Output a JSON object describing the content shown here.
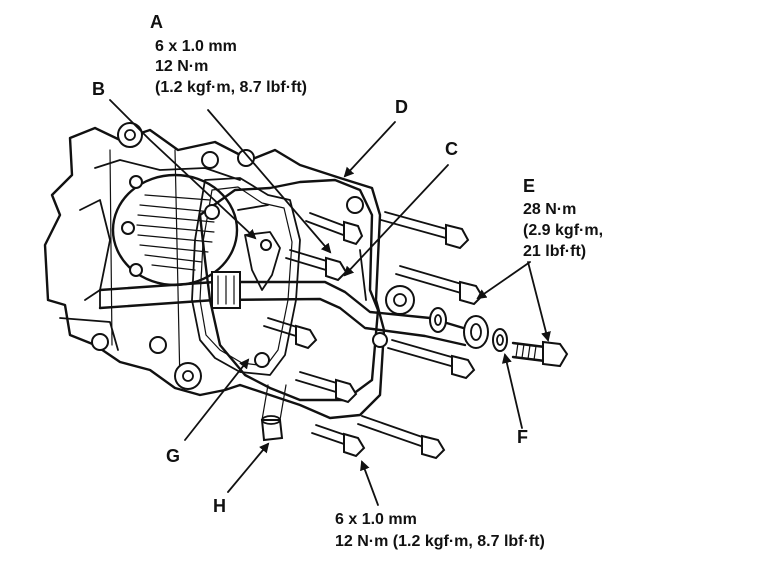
{
  "labels": {
    "A": "A",
    "B": "B",
    "C": "C",
    "D": "D",
    "E": "E",
    "F": "F",
    "G": "G",
    "H": "H"
  },
  "spec_a": {
    "size": "6 x 1.0 mm",
    "torque": "12 N·m",
    "alt": "(1.2 kgf·m, 8.7 lbf·ft)"
  },
  "spec_e": {
    "torque": "28 N·m",
    "alt1": "(2.9 kgf·m,",
    "alt2": "21 lbf·ft)"
  },
  "spec_bottom": {
    "size": "6 x 1.0 mm",
    "torque": "12 N·m (1.2 kgf·m, 8.7 lbf·ft)"
  }
}
